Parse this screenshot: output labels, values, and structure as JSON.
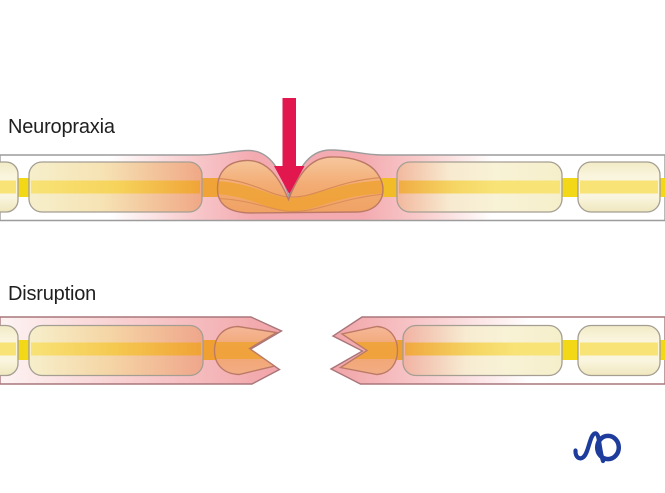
{
  "figure": {
    "background": "#ffffff",
    "sections": [
      {
        "label": "Neuropraxia"
      },
      {
        "label": "Disruption"
      }
    ],
    "logo": {
      "text": "AO",
      "color": "#1d3c9c"
    },
    "colors": {
      "label_text": "#1f1f1f",
      "arrow_red": "#e2174d",
      "tube_stroke": "#9c9c9c",
      "tube_stroke_torn": "#a8767a",
      "tube_pink": "#f3aab0",
      "segment_cream": "#f8f2d6",
      "segment_stroke": "#a49e92",
      "segment_salmon": "#f0a886",
      "axon_yellow": "#f8e377",
      "axon_gold": "#f2d816",
      "axon_orange": "#f0a337",
      "crush_orange": "#f3ac74",
      "crush_stroke": "#bc7a66"
    }
  }
}
